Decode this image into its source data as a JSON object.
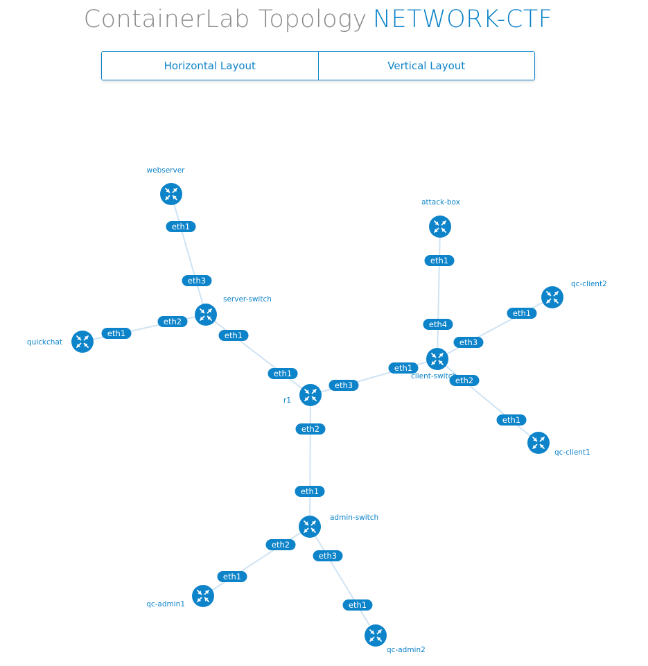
{
  "header": {
    "title_prefix": "ContainerLab Topology",
    "title_lab": "NETWORK-CTF"
  },
  "layout_buttons": {
    "horizontal": "Horizontal Layout",
    "vertical": "Vertical Layout"
  },
  "colors": {
    "accent": "#0d83c9",
    "title_gray": "#8a8a8a",
    "link": "#cfe3f4"
  },
  "icons": {
    "node": "router-icon"
  },
  "topology": {
    "nodes": [
      {
        "id": "webserver",
        "label": "webserver"
      },
      {
        "id": "attack-box",
        "label": "attack-box"
      },
      {
        "id": "qc-client2",
        "label": "qc-client2"
      },
      {
        "id": "server-switch",
        "label": "server-switch"
      },
      {
        "id": "quickchat",
        "label": "quickchat"
      },
      {
        "id": "client-switch",
        "label": "client-switch"
      },
      {
        "id": "r1",
        "label": "r1"
      },
      {
        "id": "qc-client1",
        "label": "qc-client1"
      },
      {
        "id": "admin-switch",
        "label": "admin-switch"
      },
      {
        "id": "qc-admin1",
        "label": "qc-admin1"
      },
      {
        "id": "qc-admin2",
        "label": "qc-admin2"
      }
    ],
    "links": [
      {
        "a": "webserver",
        "a_if": "eth1",
        "b": "server-switch",
        "b_if": "eth3"
      },
      {
        "a": "quickchat",
        "a_if": "eth1",
        "b": "server-switch",
        "b_if": "eth2"
      },
      {
        "a": "server-switch",
        "a_if": "eth1",
        "b": "r1",
        "b_if": "eth1"
      },
      {
        "a": "r1",
        "a_if": "eth3",
        "b": "client-switch",
        "b_if": "eth1"
      },
      {
        "a": "r1",
        "a_if": "eth2",
        "b": "admin-switch",
        "b_if": "eth1"
      },
      {
        "a": "attack-box",
        "a_if": "eth1",
        "b": "client-switch",
        "b_if": "eth4"
      },
      {
        "a": "qc-client2",
        "a_if": "eth1",
        "b": "client-switch",
        "b_if": "eth3"
      },
      {
        "a": "qc-client1",
        "a_if": "eth1",
        "b": "client-switch",
        "b_if": "eth2"
      },
      {
        "a": "qc-admin1",
        "a_if": "eth1",
        "b": "admin-switch",
        "b_if": "eth2"
      },
      {
        "a": "qc-admin2",
        "a_if": "eth1",
        "b": "admin-switch",
        "b_if": "eth3"
      }
    ]
  }
}
